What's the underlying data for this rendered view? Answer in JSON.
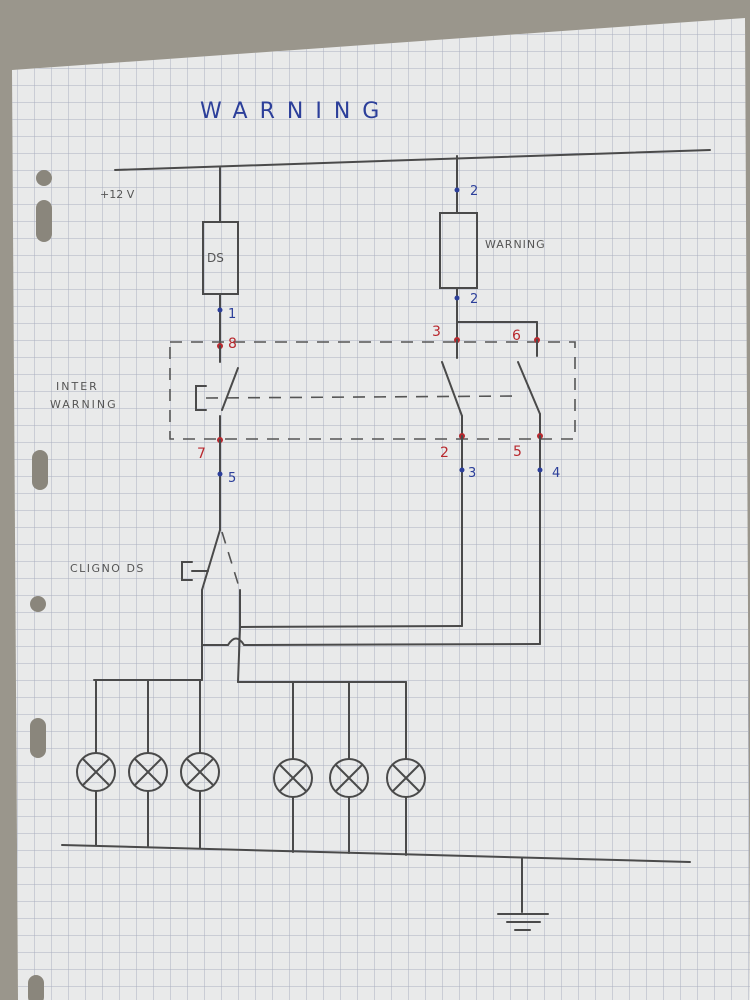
{
  "title": "WARNING",
  "supply_label": "+12 V",
  "ds_label": "DS",
  "relay_label": "WARNING",
  "switch_label_lines": [
    "INTER",
    "WARNING"
  ],
  "cligno_label": "CLIGNO DS",
  "pins": {
    "ds_top": "1",
    "relay_top": "2",
    "relay_bottom": "2",
    "inter_8": "8",
    "inter_7": "7",
    "left_5": "5",
    "inter_3": "3",
    "inter_6": "6",
    "inter_2": "2",
    "inter_5": "5",
    "out_3": "3",
    "out_4": "4"
  },
  "colors": {
    "paper": "#e9eaea",
    "grid": "#9aa2b5",
    "pencil": "#4a4a4a",
    "blue_ink": "#2c3f9a",
    "red_ink": "#b8282e"
  }
}
